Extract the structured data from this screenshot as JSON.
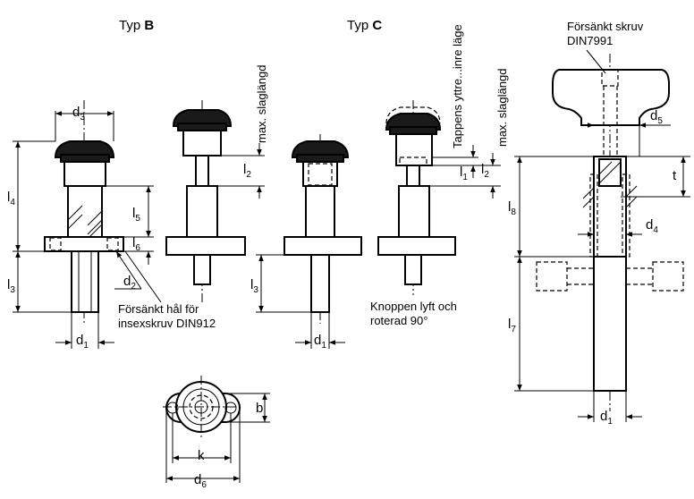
{
  "titles": {
    "type_b_prefix": "Typ ",
    "type_b_letter": "B",
    "type_c_prefix": "Typ ",
    "type_c_letter": "C"
  },
  "dims": {
    "d3": {
      "main": "d",
      "sub": "3"
    },
    "d5": {
      "main": "d",
      "sub": "5"
    },
    "d4": {
      "main": "d",
      "sub": "4"
    },
    "d2": {
      "main": "d",
      "sub": "2"
    },
    "d1": {
      "main": "d",
      "sub": "1"
    },
    "d6": {
      "main": "d",
      "sub": "6"
    },
    "l1": {
      "main": "l",
      "sub": "1"
    },
    "l2": {
      "main": "l",
      "sub": "2"
    },
    "l3": {
      "main": "l",
      "sub": "3"
    },
    "l4": {
      "main": "l",
      "sub": "4"
    },
    "l5": {
      "main": "l",
      "sub": "5"
    },
    "l6": {
      "main": "l",
      "sub": "6"
    },
    "l7": {
      "main": "l",
      "sub": "7"
    },
    "l8": {
      "main": "l",
      "sub": "8"
    },
    "t": "t",
    "k": "k",
    "b": "b"
  },
  "notes": {
    "max_stroke": "max. slaglängd",
    "knob_position": "Tappens yttre...inre läge",
    "hole_line1": "Försänkt hål för",
    "hole_line2": "insexskruv DIN912",
    "knob_line1": "Knoppen lyft och",
    "knob_line2": "roterad 90°",
    "screw_line1": "Försänkt skruv",
    "screw_line2": "DIN7991"
  }
}
